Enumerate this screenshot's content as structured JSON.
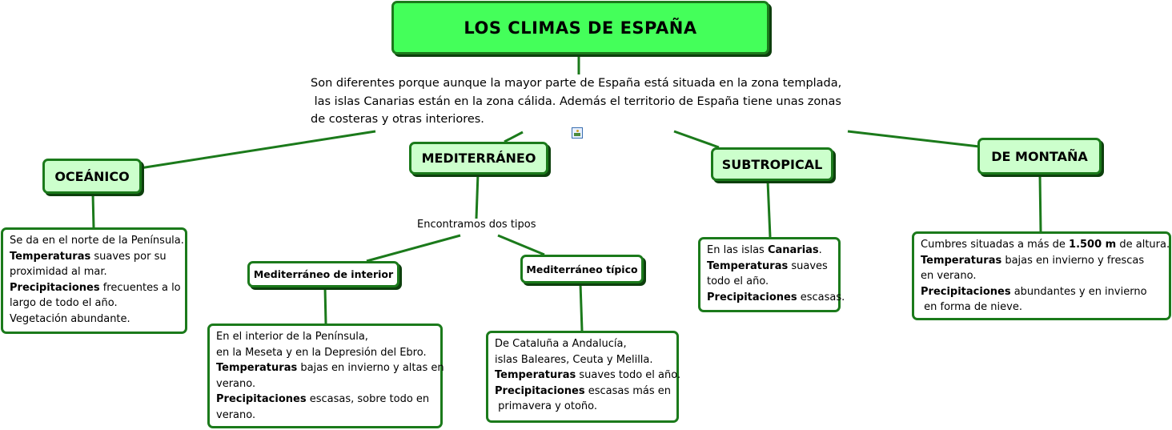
{
  "title": "LOS CLIMAS DE ESPAÑA",
  "intro": [
    "Son diferentes porque aunque la mayor parte de España está situada en la zona templada,",
    " las islas Canarias están en la zona cálida. Además el territorio de España tiene unas zonas",
    "de costeras y otras interiores."
  ],
  "accent_color": "#44ff5a",
  "border_color": "#1b7a1b",
  "node_fill": "#ccffcc",
  "icon": "image-icon",
  "oceanico": {
    "label": "OCEÁNICO",
    "lines": [
      [
        {
          "t": "Se da en el norte de la Península."
        }
      ],
      [
        {
          "t": "Temperaturas",
          "b": true
        },
        {
          "t": " suaves por su"
        }
      ],
      [
        {
          "t": "proximidad al mar."
        }
      ],
      [
        {
          "t": "Precipitaciones",
          "b": true
        },
        {
          "t": " frecuentes a lo"
        }
      ],
      [
        {
          "t": "largo de todo el año."
        }
      ],
      [
        {
          "t": "Vegetación abundante."
        }
      ]
    ]
  },
  "mediterraneo": {
    "label": "MEDITERRÁNEO",
    "caption": "Encontramos dos tipos",
    "interior": {
      "label": "Mediterráneo de interior",
      "lines": [
        [
          {
            "t": "En el interior de la Península,"
          }
        ],
        [
          {
            "t": "en la Meseta y en la Depresión del Ebro."
          }
        ],
        [
          {
            "t": "Temperaturas",
            "b": true
          },
          {
            "t": " bajas en invierno y altas en"
          }
        ],
        [
          {
            "t": "verano."
          }
        ],
        [
          {
            "t": "Precipitaciones",
            "b": true
          },
          {
            "t": " escasas, sobre todo en"
          }
        ],
        [
          {
            "t": "verano."
          }
        ]
      ]
    },
    "tipico": {
      "label": "Mediterráneo típico",
      "lines": [
        [
          {
            "t": "De Cataluña a Andalucía,"
          }
        ],
        [
          {
            "t": "islas Baleares, Ceuta y Melilla."
          }
        ],
        [
          {
            "t": "Temperaturas",
            "b": true
          },
          {
            "t": " suaves todo el año."
          }
        ],
        [
          {
            "t": "Precipitaciones",
            "b": true
          },
          {
            "t": " escasas más en"
          }
        ],
        [
          {
            "t": " primavera y otoño."
          }
        ]
      ]
    }
  },
  "subtropical": {
    "label": "SUBTROPICAL",
    "lines": [
      [
        {
          "t": "En las islas "
        },
        {
          "t": "Canarias",
          "b": true
        },
        {
          "t": "."
        }
      ],
      [
        {
          "t": "Temperaturas",
          "b": true
        },
        {
          "t": " suaves"
        }
      ],
      [
        {
          "t": "todo el año."
        }
      ],
      [
        {
          "t": "Precipitaciones",
          "b": true
        },
        {
          "t": " escasas."
        }
      ]
    ]
  },
  "montana": {
    "label": "DE MONTAÑA",
    "lines": [
      [
        {
          "t": "Cumbres situadas a más de "
        },
        {
          "t": "1.500 m",
          "b": true
        },
        {
          "t": " de altura."
        }
      ],
      [
        {
          "t": "Temperaturas",
          "b": true
        },
        {
          "t": " bajas en invierno y frescas"
        }
      ],
      [
        {
          "t": "en verano."
        }
      ],
      [
        {
          "t": "Precipitaciones",
          "b": true
        },
        {
          "t": " abundantes y en invierno"
        }
      ],
      [
        {
          "t": " en forma de nieve."
        }
      ]
    ]
  }
}
